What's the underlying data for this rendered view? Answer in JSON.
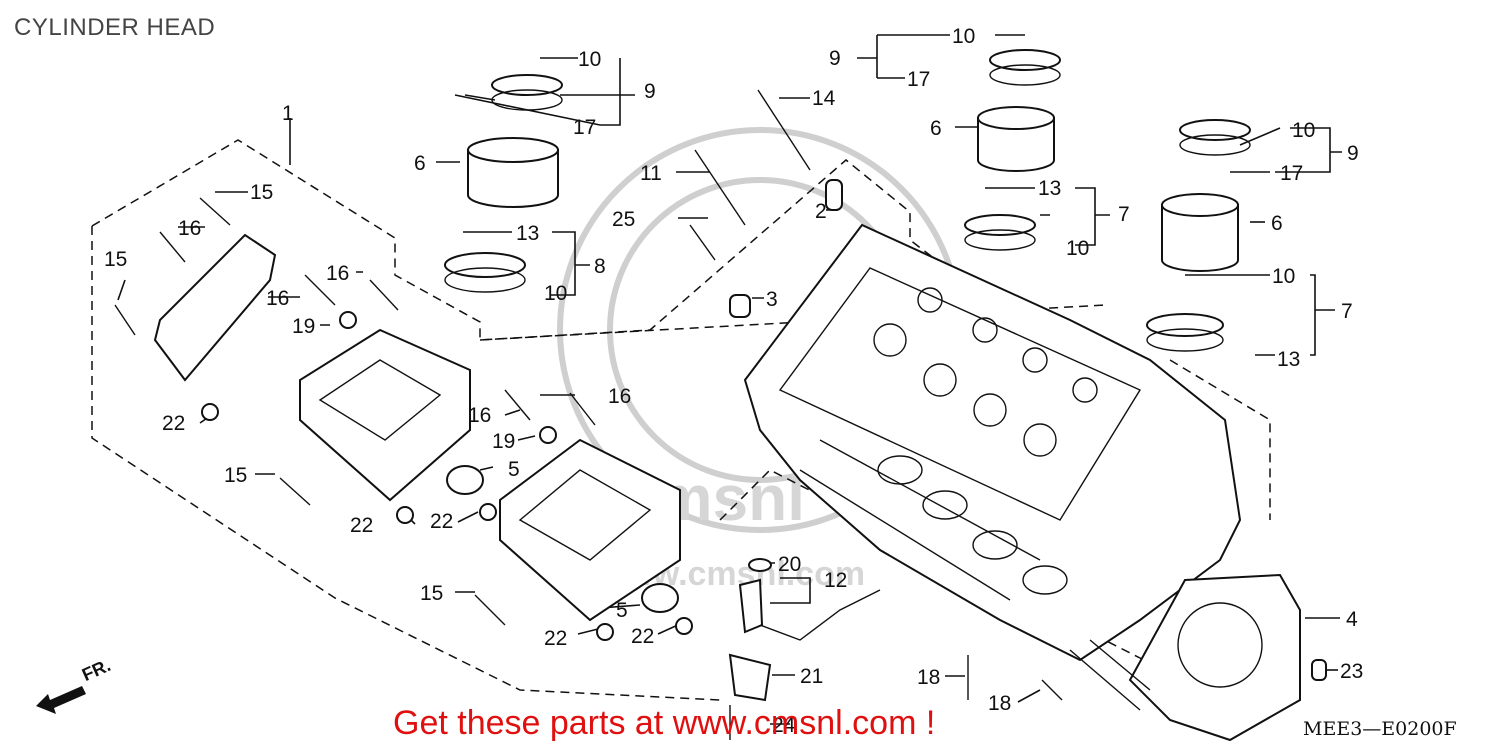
{
  "diagram": {
    "title": "CYLINDER HEAD",
    "diagram_code": "MEE3—E0200F",
    "direction_label": "FR.",
    "footer": "Get these parts at www.cmsnl.com !",
    "callouts": {
      "c1": "1",
      "c2": "2",
      "c3": "3",
      "c4": "4",
      "c5a": "5",
      "c5b": "5",
      "c6a": "6",
      "c6b": "6",
      "c6c": "6",
      "c7a": "7",
      "c7b": "7",
      "c8": "8",
      "c9a": "9",
      "c9b": "9",
      "c9c": "9",
      "c10a": "10",
      "c10b": "10",
      "c10c": "10",
      "c10d": "10",
      "c10e": "10",
      "c10f": "10",
      "c11": "11",
      "c12": "12",
      "c13a": "13",
      "c13b": "13",
      "c13c": "13",
      "c14": "14",
      "c15a": "15",
      "c15b": "15",
      "c15c": "15",
      "c15d": "15",
      "c16a": "16",
      "c16b": "16",
      "c16c": "16",
      "c16d": "16",
      "c16e": "16",
      "c17a": "17",
      "c17b": "17",
      "c17c": "17",
      "c18a": "18",
      "c18b": "18",
      "c19a": "19",
      "c19b": "19",
      "c20": "20",
      "c21": "21",
      "c22a": "22",
      "c22b": "22",
      "c22c": "22",
      "c22d": "22",
      "c22e": "22",
      "c23": "23",
      "c24": "24",
      "c25": "25"
    }
  }
}
